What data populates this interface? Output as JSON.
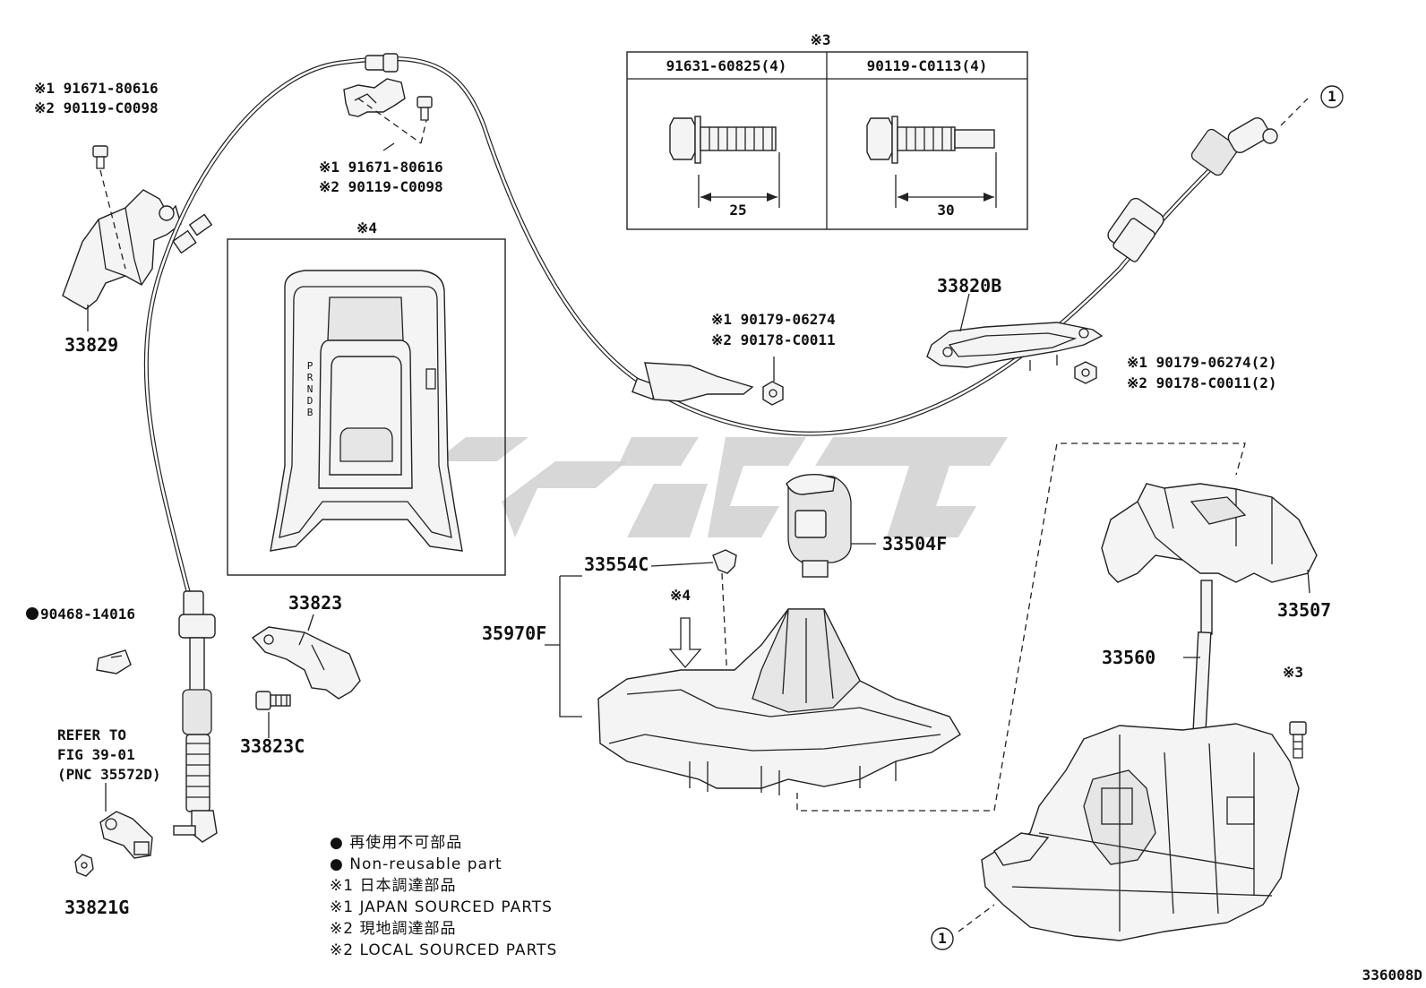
{
  "labels": {
    "p33829": "33829",
    "bolt_left_1": "※1 91671-80616",
    "bolt_left_2": "※2 90119-C0098",
    "bolt_top_1": "※1 91671-80616",
    "bolt_top_2": "※2 90119-C0098",
    "box4_mark": "※4",
    "p90468": "90468-14016",
    "p33823": "33823",
    "p33823c": "33823C",
    "refer1": "REFER TO",
    "refer2": "FIG 39-01",
    "refer3": "(PNC 35572D)",
    "p33821g": "33821G",
    "nut_mid_1": "※1 90179-06274",
    "nut_mid_2": "※2 90178-C0011",
    "p33820b": "33820B",
    "nut_right_1": "※1 90179-06274(2)",
    "nut_right_2": "※2 90178-C0011(2)",
    "p33554c": "33554C",
    "p35970f": "35970F",
    "mark4_arrow": "※4",
    "p33504f": "33504F",
    "p33507": "33507",
    "p33560": "33560",
    "mark3_bolt": "※3",
    "circle1": "1",
    "diagram_id": "336008D"
  },
  "bolt_table": {
    "mark": "※3",
    "columns": [
      "91631-60825(4)",
      "90119-C0113(4)"
    ],
    "dims": [
      "25",
      "30"
    ]
  },
  "shift_letters": "PRNDB",
  "legend": [
    "● 再使用不可部品",
    "● Non-reusable part",
    "※1 日本調達部品",
    "※1 JAPAN SOURCED PARTS",
    "※2 現地調達部品",
    "※2 LOCAL SOURCED PARTS"
  ]
}
